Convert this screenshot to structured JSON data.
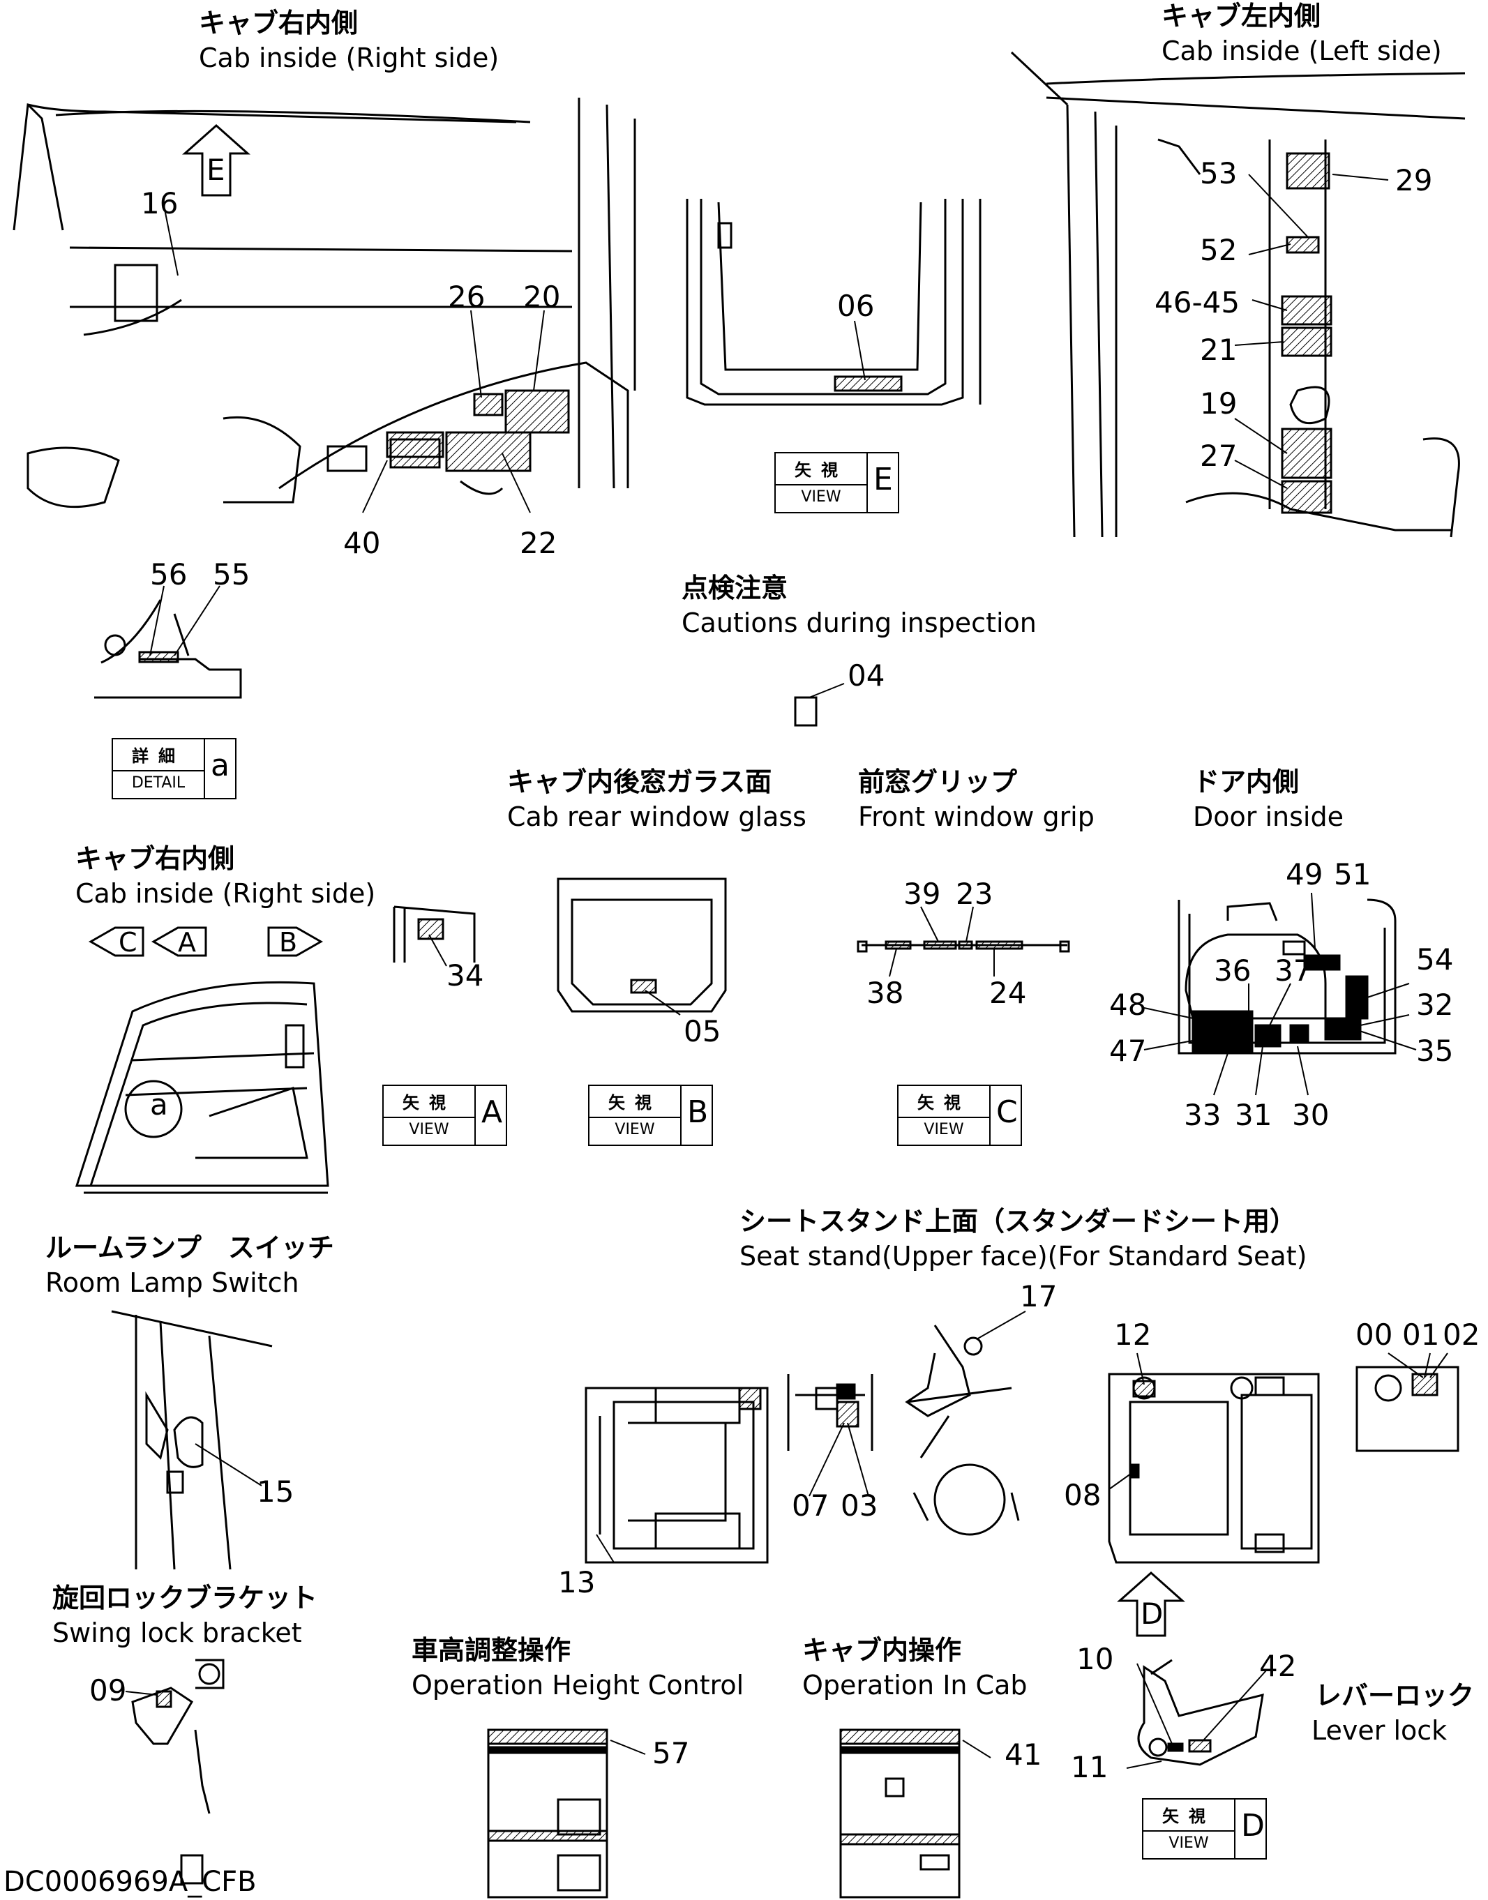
{
  "sections": {
    "cab_right_top": {
      "jp": "キャブ右内側",
      "en": "Cab inside (Right side)"
    },
    "cab_left_top": {
      "jp": "キャブ左内側",
      "en": "Cab inside (Left side)"
    },
    "inspection": {
      "jp": "点検注意",
      "en": "Cautions during inspection"
    },
    "rear_glass": {
      "jp": "キャブ内後窓ガラス面",
      "en": "Cab rear window glass"
    },
    "front_grip": {
      "jp": "前窓グリップ",
      "en": "Front window grip"
    },
    "door_inside": {
      "jp": "ドア内側",
      "en": "Door inside"
    },
    "cab_right_mid": {
      "jp": "キャブ右内側",
      "en": "Cab inside (Right side)"
    },
    "room_lamp": {
      "jp": "ルームランプ　スイッチ",
      "en": "Room Lamp Switch"
    },
    "seat_stand": {
      "jp": "シートスタンド上面（スタンダードシート用）",
      "en": "Seat stand(Upper face)(For Standard Seat)"
    },
    "swing_lock": {
      "jp": "旋回ロックブラケット",
      "en": "Swing lock bracket"
    },
    "height_control": {
      "jp": "車高調整操作",
      "en": "Operation Height Control"
    },
    "op_in_cab": {
      "jp": "キャブ内操作",
      "en": "Operation In Cab"
    },
    "lever_lock": {
      "jp": "レバーロック",
      "en": "Lever lock"
    }
  },
  "view_boxes": {
    "top_jp": "矢視",
    "bottom_en": "VIEW",
    "detail_jp": "詳細",
    "detail_en": "DETAIL",
    "E": "E",
    "A": "A",
    "B": "B",
    "C": "C",
    "D": "D",
    "a": "a"
  },
  "arrows": {
    "E": "E",
    "C": "C",
    "A": "A",
    "B": "B",
    "D": "D",
    "a": "a"
  },
  "parts": {
    "p16": "16",
    "p26": "26",
    "p20": "20",
    "p40": "40",
    "p22": "22",
    "p06": "06",
    "p53": "53",
    "p29": "29",
    "p52": "52",
    "p46_45": "46-45",
    "p21": "21",
    "p19": "19",
    "p27": "27",
    "p56": "56",
    "p55": "55",
    "p04": "04",
    "p34": "34",
    "p05": "05",
    "p39": "39",
    "p23": "23",
    "p38": "38",
    "p24": "24",
    "p49": "49",
    "p51": "51",
    "p54": "54",
    "p36": "36",
    "p37": "37",
    "p48": "48",
    "p32": "32",
    "p47": "47",
    "p35": "35",
    "p33": "33",
    "p31": "31",
    "p30": "30",
    "p17": "17",
    "p12": "12",
    "p00": "00",
    "p01": "01",
    "p02": "02",
    "p15": "15",
    "p07": "07",
    "p03": "03",
    "p08": "08",
    "p13": "13",
    "p09": "09",
    "p57": "57",
    "p41": "41",
    "p10": "10",
    "p42": "42",
    "p11": "11"
  },
  "drawing_code": "DC0006969A_CFB"
}
